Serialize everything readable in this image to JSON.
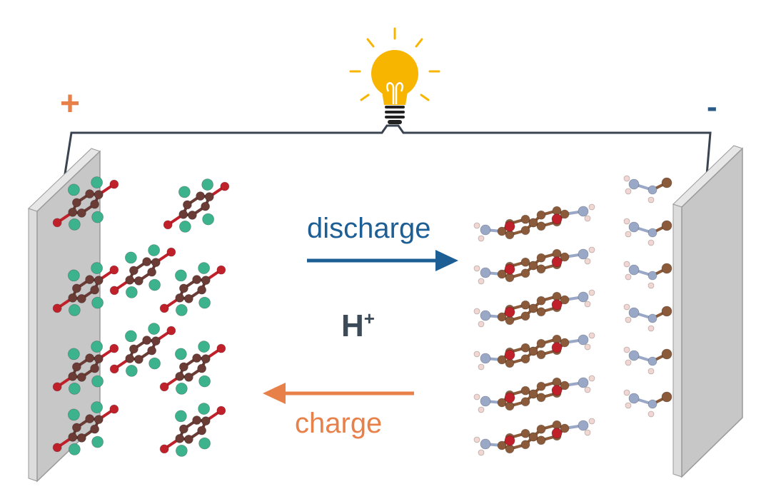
{
  "labels": {
    "positive": "+",
    "negative": "-",
    "discharge": "discharge",
    "charge": "charge",
    "ion": "H",
    "ion_charge": "+"
  },
  "icons": {
    "lamp": "light-bulb-icon"
  },
  "colors": {
    "wire": "#3a4450",
    "electrode": "#c7c7c7",
    "electrode_edge": "#9a9a9a",
    "bulb": "#f7b500",
    "discharge_arrow": "#1d5f95",
    "charge_arrow": "#e8804a",
    "atom_carbon_left": "#6b3b36",
    "atom_oxygen": "#c0202a",
    "atom_chlorine": "#3db38d",
    "atom_carbon_right": "#8a5a3a",
    "atom_nitrogen": "#9aa8c8",
    "atom_hydrogen": "#f2d6d2"
  }
}
